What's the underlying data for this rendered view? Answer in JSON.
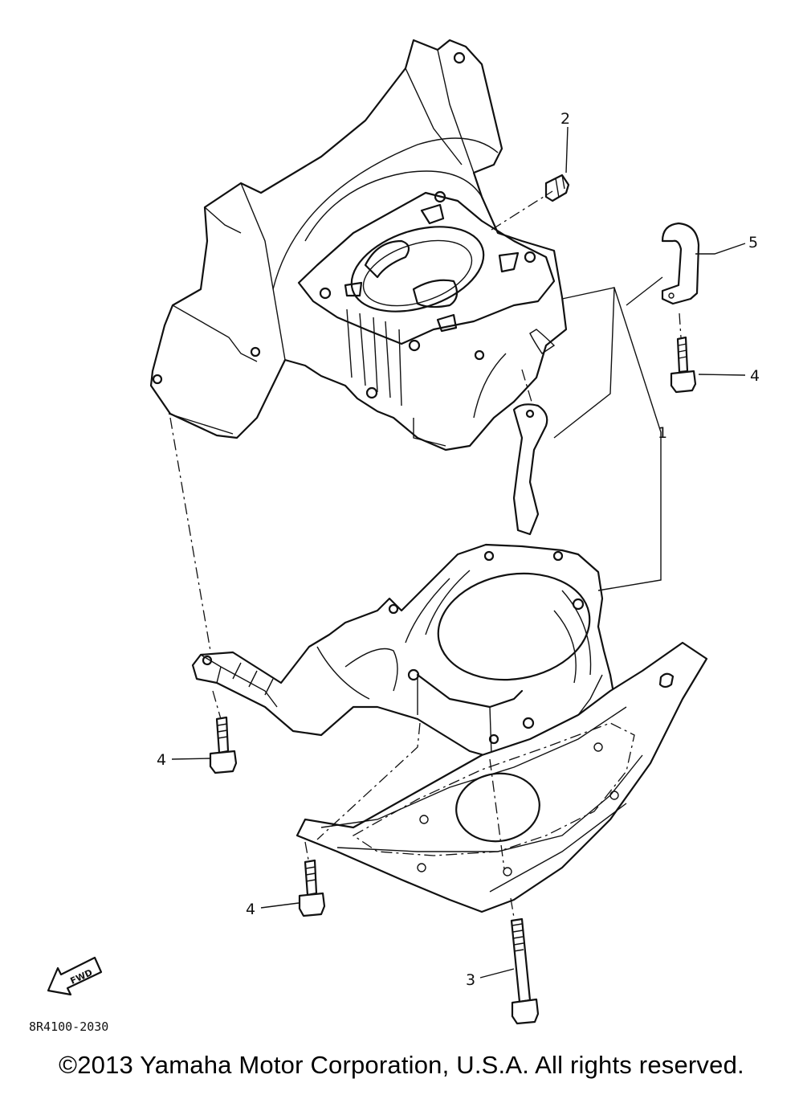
{
  "diagram": {
    "callouts": [
      {
        "id": "1",
        "text": "1"
      },
      {
        "id": "2",
        "text": "2"
      },
      {
        "id": "3",
        "text": "3"
      },
      {
        "id": "4a",
        "text": "4"
      },
      {
        "id": "4b",
        "text": "4"
      },
      {
        "id": "4c",
        "text": "4"
      },
      {
        "id": "5",
        "text": "5"
      }
    ],
    "fwd_label": "FWD",
    "drawing_code": "8R4100-2030"
  },
  "footer": {
    "copyright": "©2013 Yamaha Motor Corporation, U.S.A. All rights reserved."
  }
}
